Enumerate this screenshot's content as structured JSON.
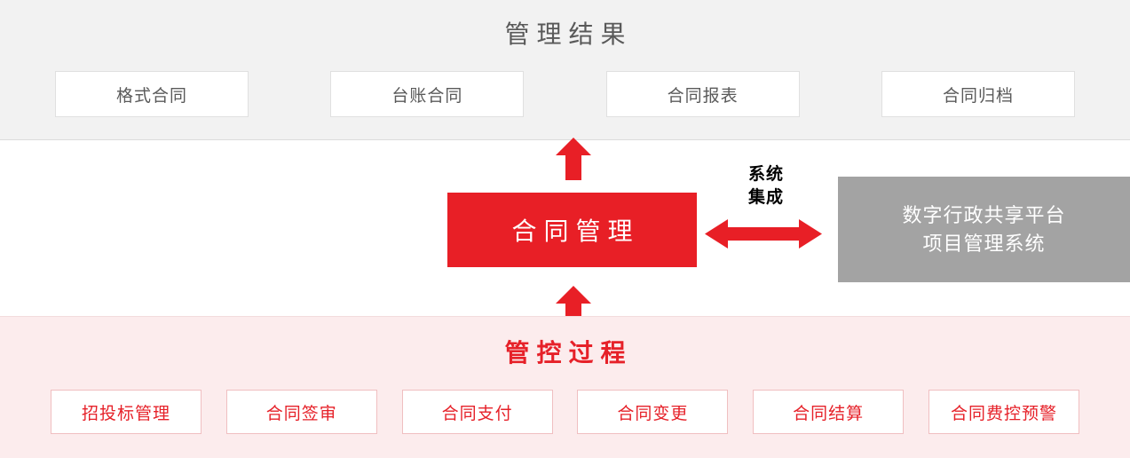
{
  "colors": {
    "accent_red": "#e81f26",
    "title_red": "#e62129",
    "panel_gray": "#f2f2f2",
    "panel_pink": "#fceced",
    "external_gray": "#a3a3a3",
    "box_border_gray": "#e0e0e0",
    "box_border_pink": "#f0bfc1",
    "top_title_color": "#595959"
  },
  "top_panel": {
    "title": "管理结果",
    "boxes": [
      {
        "label": "格式合同"
      },
      {
        "label": "台账合同"
      },
      {
        "label": "合同报表"
      },
      {
        "label": "合同归档"
      }
    ]
  },
  "core": {
    "label": "合同管理"
  },
  "integration": {
    "label_line1": "系统",
    "label_line2": "集成"
  },
  "external_system": {
    "line1": "数字行政共享平台",
    "line2": "项目管理系统"
  },
  "bottom_panel": {
    "title": "管控过程",
    "boxes": [
      {
        "label": "招投标管理"
      },
      {
        "label": "合同签审"
      },
      {
        "label": "合同支付"
      },
      {
        "label": "合同变更"
      },
      {
        "label": "合同结算"
      },
      {
        "label": "合同费控预警"
      }
    ]
  },
  "arrows": {
    "up_to_results": "arrow-up-icon",
    "up_from_process": "arrow-up-icon",
    "integration_bidirectional": "arrow-left-right-icon"
  }
}
